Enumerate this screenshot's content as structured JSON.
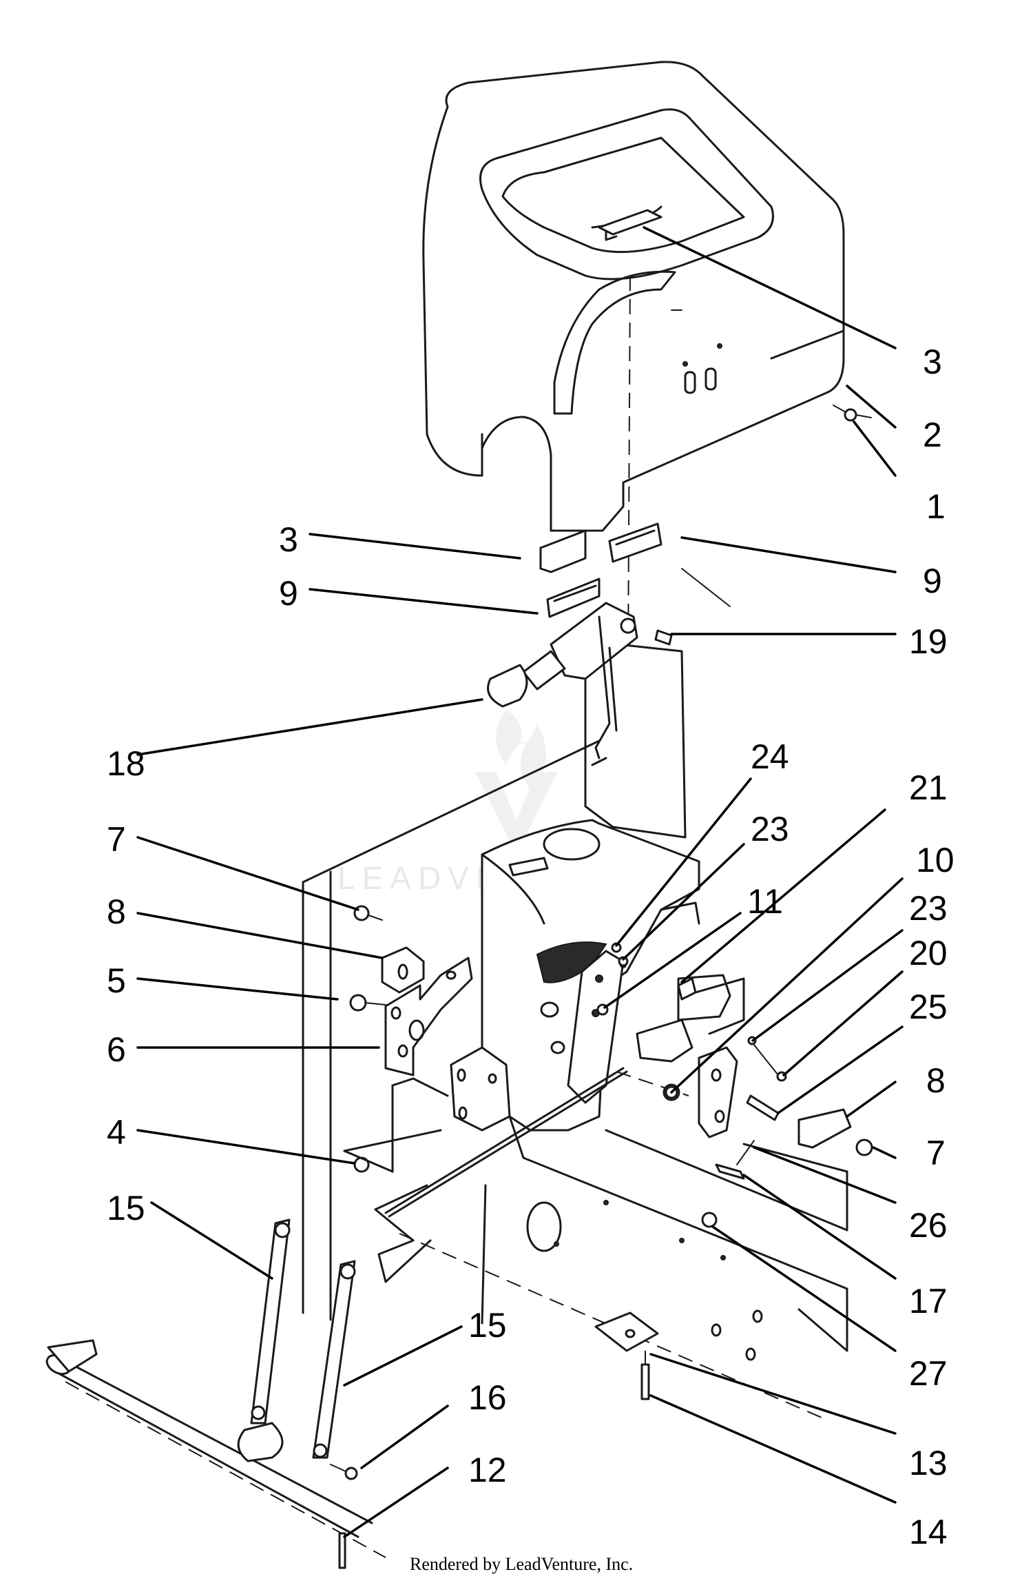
{
  "watermark": {
    "text": "LEADVENTURE"
  },
  "credit": "Rendered by LeadVenture, Inc.",
  "callouts": [
    {
      "id": "c-3-top",
      "label": "3"
    },
    {
      "id": "c-2",
      "label": "2"
    },
    {
      "id": "c-1",
      "label": "1"
    },
    {
      "id": "c-3-left",
      "label": "3"
    },
    {
      "id": "c-9-right",
      "label": "9"
    },
    {
      "id": "c-9-left",
      "label": "9"
    },
    {
      "id": "c-19",
      "label": "19"
    },
    {
      "id": "c-18",
      "label": "18"
    },
    {
      "id": "c-24",
      "label": "24"
    },
    {
      "id": "c-21",
      "label": "21"
    },
    {
      "id": "c-7-left",
      "label": "7"
    },
    {
      "id": "c-23-a",
      "label": "23"
    },
    {
      "id": "c-10",
      "label": "10"
    },
    {
      "id": "c-8-left",
      "label": "8"
    },
    {
      "id": "c-11",
      "label": "11"
    },
    {
      "id": "c-23-b",
      "label": "23"
    },
    {
      "id": "c-20",
      "label": "20"
    },
    {
      "id": "c-5",
      "label": "5"
    },
    {
      "id": "c-25",
      "label": "25"
    },
    {
      "id": "c-6",
      "label": "6"
    },
    {
      "id": "c-8-right",
      "label": "8"
    },
    {
      "id": "c-4",
      "label": "4"
    },
    {
      "id": "c-7-right",
      "label": "7"
    },
    {
      "id": "c-15-left",
      "label": "15"
    },
    {
      "id": "c-26",
      "label": "26"
    },
    {
      "id": "c-17",
      "label": "17"
    },
    {
      "id": "c-15-right",
      "label": "15"
    },
    {
      "id": "c-27",
      "label": "27"
    },
    {
      "id": "c-16",
      "label": "16"
    },
    {
      "id": "c-12",
      "label": "12"
    },
    {
      "id": "c-13",
      "label": "13"
    },
    {
      "id": "c-14",
      "label": "14"
    }
  ]
}
